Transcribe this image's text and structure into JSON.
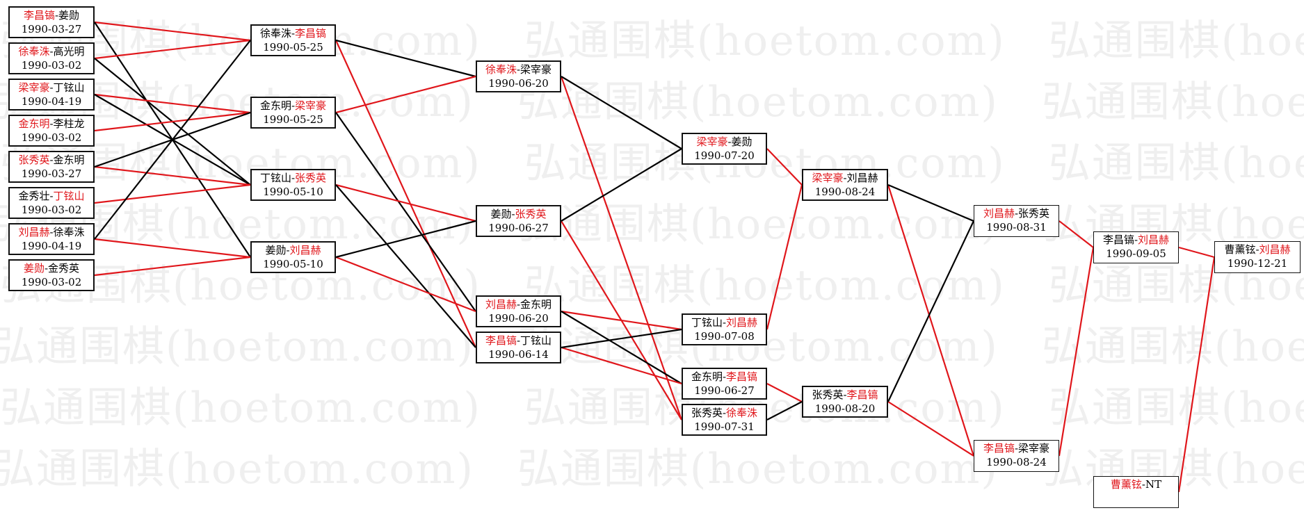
{
  "watermark": "弘通围棋(hoetom.com)",
  "styles": {
    "winner_color": "#e0161b",
    "win_line_color": "#e0161b",
    "lose_line_color": "#000000"
  },
  "matches": {
    "r1_1": {
      "p1": "李昌镐",
      "p2": "姜勋",
      "winner": 1,
      "date": "1990-03-27"
    },
    "r1_2": {
      "p1": "徐奉洙",
      "p2": "高光明",
      "winner": 1,
      "date": "1990-03-02"
    },
    "r1_3": {
      "p1": "梁宰豪",
      "p2": "丁铉山",
      "winner": 1,
      "date": "1990-04-19"
    },
    "r1_4": {
      "p1": "金东明",
      "p2": "李柱龙",
      "winner": 1,
      "date": "1990-03-02"
    },
    "r1_5": {
      "p1": "张秀英",
      "p2": "金东明",
      "winner": 1,
      "date": "1990-03-27"
    },
    "r1_6": {
      "p1": "金秀壮",
      "p2": "丁铉山",
      "winner": 2,
      "date": "1990-03-02"
    },
    "r1_7": {
      "p1": "刘昌赫",
      "p2": "徐奉洙",
      "winner": 1,
      "date": "1990-04-19"
    },
    "r1_8": {
      "p1": "姜勋",
      "p2": "金秀英",
      "winner": 1,
      "date": "1990-03-02"
    },
    "r2_1": {
      "p1": "徐奉洙",
      "p2": "李昌镐",
      "winner": 2,
      "date": "1990-05-25"
    },
    "r2_2": {
      "p1": "金东明",
      "p2": "梁宰豪",
      "winner": 2,
      "date": "1990-05-25"
    },
    "r2_3": {
      "p1": "丁铉山",
      "p2": "张秀英",
      "winner": 2,
      "date": "1990-05-10"
    },
    "r2_4": {
      "p1": "姜勋",
      "p2": "刘昌赫",
      "winner": 2,
      "date": "1990-05-10"
    },
    "r3_1": {
      "p1": "徐奉洙",
      "p2": "梁宰豪",
      "winner": 1,
      "date": "1990-06-20"
    },
    "r3_2": {
      "p1": "姜勋",
      "p2": "张秀英",
      "winner": 2,
      "date": "1990-06-27"
    },
    "r3_3": {
      "p1": "刘昌赫",
      "p2": "金东明",
      "winner": 1,
      "date": "1990-06-20"
    },
    "r3_4": {
      "p1": "李昌镐",
      "p2": "丁铉山",
      "winner": 1,
      "date": "1990-06-14"
    },
    "r4_1": {
      "p1": "梁宰豪",
      "p2": "姜勋",
      "winner": 1,
      "date": "1990-07-20"
    },
    "r4_2": {
      "p1": "丁铉山",
      "p2": "刘昌赫",
      "winner": 2,
      "date": "1990-07-08"
    },
    "r4_3": {
      "p1": "金东明",
      "p2": "李昌镐",
      "winner": 2,
      "date": "1990-06-27"
    },
    "r4_4": {
      "p1": "张秀英",
      "p2": "徐奉洙",
      "winner": 2,
      "date": "1990-07-31"
    },
    "r5_1": {
      "p1": "梁宰豪",
      "p2": "刘昌赫",
      "winner": 1,
      "date": "1990-08-24"
    },
    "r5_2": {
      "p1": "张秀英",
      "p2": "李昌镐",
      "winner": 2,
      "date": "1990-08-20"
    },
    "r6_1": {
      "p1": "刘昌赫",
      "p2": "张秀英",
      "winner": 1,
      "date": "1990-08-31"
    },
    "r6_2": {
      "p1": "李昌镐",
      "p2": "梁宰豪",
      "winner": 1,
      "date": "1990-08-24"
    },
    "r7_1": {
      "p1": "李昌镐",
      "p2": "刘昌赫",
      "winner": 2,
      "date": "1990-09-05"
    },
    "r7_2": {
      "p1": "曹薰铉",
      "p2": "NT",
      "winner": 1,
      "date": ""
    },
    "final": {
      "p1": "曹薰铉",
      "p2": "刘昌赫",
      "winner": 2,
      "date": "1990-12-21"
    }
  },
  "connections": [
    {
      "from": "r1_1",
      "to": "r2_1",
      "won": true
    },
    {
      "from": "r1_1",
      "to": "r2_4",
      "won": false
    },
    {
      "from": "r1_2",
      "to": "r2_1",
      "won": true
    },
    {
      "from": "r1_2",
      "to": "r2_3",
      "won": false
    },
    {
      "from": "r1_3",
      "to": "r2_2",
      "won": true
    },
    {
      "from": "r1_3",
      "to": "r2_3",
      "won": false
    },
    {
      "from": "r1_4",
      "to": "r2_2",
      "won": true
    },
    {
      "from": "r1_5",
      "to": "r2_3",
      "won": true
    },
    {
      "from": "r1_5",
      "to": "r2_2",
      "won": false
    },
    {
      "from": "r1_6",
      "to": "r2_3",
      "won": true
    },
    {
      "from": "r1_7",
      "to": "r2_4",
      "won": true
    },
    {
      "from": "r1_7",
      "to": "r2_1",
      "won": false
    },
    {
      "from": "r1_8",
      "to": "r2_4",
      "won": true
    },
    {
      "from": "r2_1",
      "to": "r3_4",
      "won": true
    },
    {
      "from": "r2_1",
      "to": "r3_1",
      "won": false
    },
    {
      "from": "r2_2",
      "to": "r3_1",
      "won": true
    },
    {
      "from": "r2_2",
      "to": "r3_3",
      "won": false
    },
    {
      "from": "r2_3",
      "to": "r3_2",
      "won": true
    },
    {
      "from": "r2_3",
      "to": "r3_4",
      "won": false
    },
    {
      "from": "r2_4",
      "to": "r3_3",
      "won": true
    },
    {
      "from": "r2_4",
      "to": "r3_2",
      "won": false
    },
    {
      "from": "r3_1",
      "to": "r4_4",
      "won": true
    },
    {
      "from": "r3_1",
      "to": "r4_1",
      "won": false
    },
    {
      "from": "r3_2",
      "to": "r4_4",
      "won": true
    },
    {
      "from": "r3_2",
      "to": "r4_1",
      "won": false
    },
    {
      "from": "r3_3",
      "to": "r4_2",
      "won": true
    },
    {
      "from": "r3_3",
      "to": "r4_3",
      "won": false
    },
    {
      "from": "r3_4",
      "to": "r4_3",
      "won": true
    },
    {
      "from": "r3_4",
      "to": "r4_2",
      "won": false
    },
    {
      "from": "r4_1",
      "to": "r5_1",
      "won": true
    },
    {
      "from": "r4_2",
      "to": "r5_1",
      "won": true
    },
    {
      "from": "r4_3",
      "to": "r5_2",
      "won": true
    },
    {
      "from": "r4_4",
      "to": "r5_2",
      "won": false
    },
    {
      "from": "r5_1",
      "to": "r6_2",
      "won": true
    },
    {
      "from": "r5_1",
      "to": "r6_1",
      "won": false
    },
    {
      "from": "r5_2",
      "to": "r6_2",
      "won": true
    },
    {
      "from": "r5_2",
      "to": "r6_1",
      "won": false
    },
    {
      "from": "r6_1",
      "to": "r7_1",
      "won": true
    },
    {
      "from": "r6_2",
      "to": "r7_1",
      "won": true
    },
    {
      "from": "r7_1",
      "to": "final",
      "won": true
    },
    {
      "from": "r7_2",
      "to": "final",
      "won": true
    }
  ]
}
